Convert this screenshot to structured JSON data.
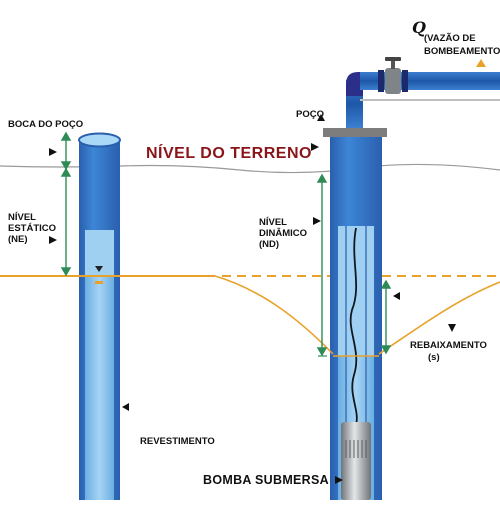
{
  "labels": {
    "boca_do_poco": "BOCA DO POÇO",
    "nivel_do_terreno": "NÍVEL DO TERRENO",
    "nivel_estatico_l1": "NÍVEL",
    "nivel_estatico_l2": "ESTÁTICO",
    "nivel_estatico_l3": "(NE)",
    "poco": "POÇO",
    "vazao_l1": "(VAZÃO DE",
    "vazao_l2": "BOMBEAMENTO)",
    "vazao_symbol": "Q",
    "nivel_dinamico_l1": "NÍVEL",
    "nivel_dinamico_l2": "DINÂMICO",
    "nivel_dinamico_l3": "(ND)",
    "rebaixamento_l1": "REBAIXAMENTO",
    "rebaixamento_l2": "(s)",
    "revestimento": "REVESTIMENTO",
    "bomba_submersa": "BOMBA SUBMERSA"
  },
  "colors": {
    "casing_dark": "#2f6fc0",
    "casing_light": "#8fc6ee",
    "water": "#7bbbe8",
    "pipe": "#2a64b4",
    "pipe_elbow": "#2c2f8a",
    "water_level": "#e8a22a",
    "arrow_green": "#2e8b57",
    "terrain_red": "#8b1418"
  }
}
